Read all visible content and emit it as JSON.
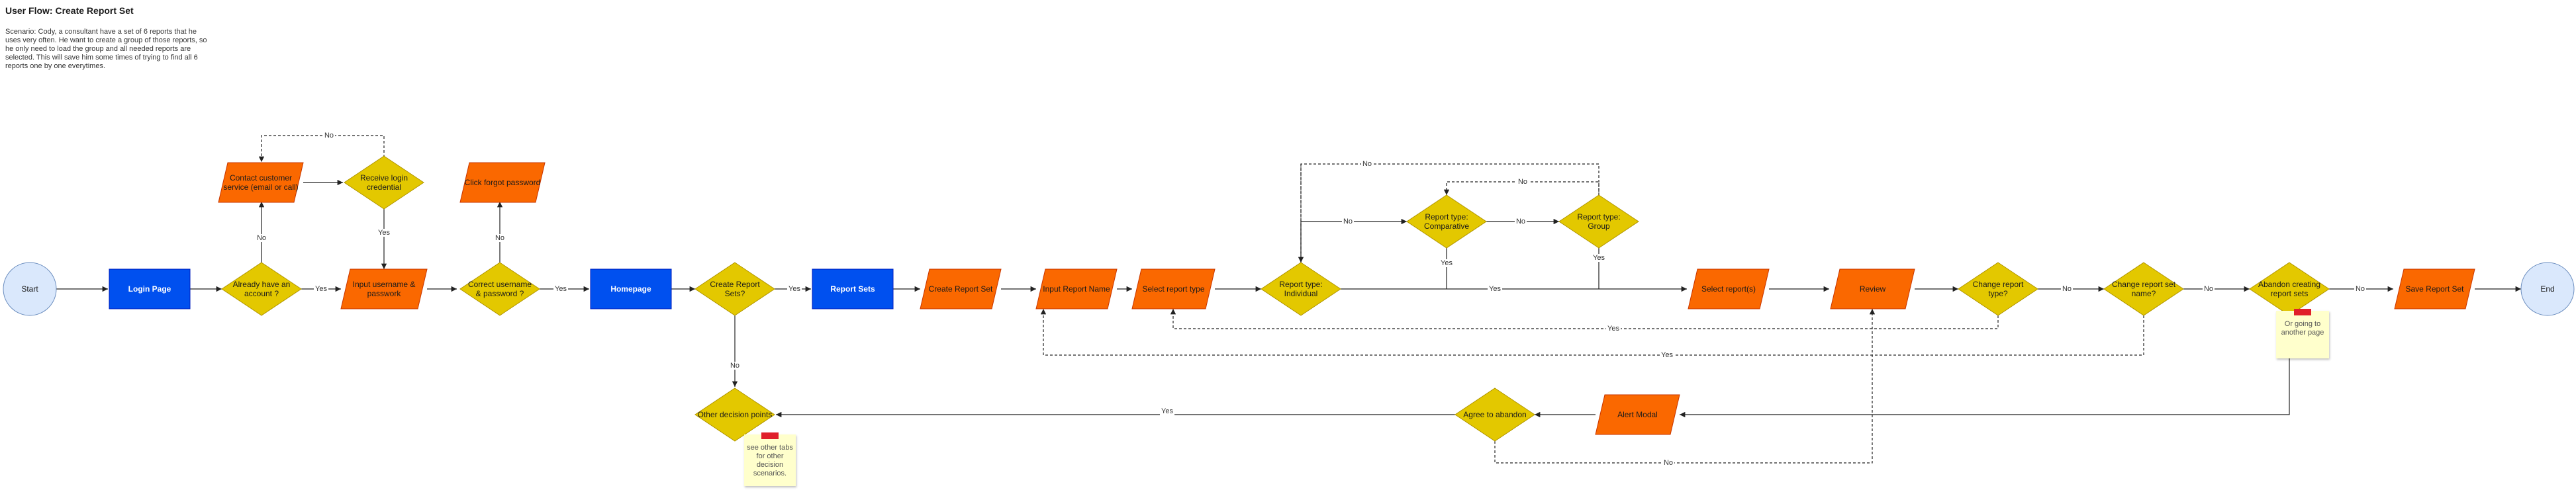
{
  "page": {
    "title": "User Flow: Create Report Set",
    "scenario": "Scenario: Cody, a consultant have a set of 6 reports that he uses very often. He want to create a group of those reports, so he only need to load the group and all needed reports are selected. This will save him some times of trying to find all 6 reports one by one everytimes."
  },
  "colors": {
    "terminal": "#dae8fc",
    "screen": "#0050ef",
    "action": "#fa6800",
    "decision": "#e3c800",
    "note": "#ffffcc"
  },
  "nodes": {
    "start": "Start",
    "login_page": "Login Page",
    "already_account": "Already have an account ?",
    "contact_service": "Contact customer service (email or call)",
    "receive_credentials": "Receive login credential",
    "input_credentials": "Input username & passwork",
    "correct_credentials": "Correct username & password ?",
    "click_forgot": "Click forgot password",
    "homepage": "Homepage",
    "create_report_sets_q": "Create Report Sets?",
    "report_sets": "Report Sets",
    "create_report_set": "Create Report Set",
    "input_report_name": "Input Report Name",
    "select_report_type": "Select report type",
    "type_individual": "Report type: Individual",
    "type_comparative": "Report type: Comparative",
    "type_group": "Report type: Group",
    "select_reports": "Select report(s)",
    "review": "Review",
    "change_report_type_q": "Change report type?",
    "change_report_set_name_q": "Change report set name?",
    "abandon_q": "Abandon creating report sets",
    "save_report_set": "Save Report Set",
    "end": "End",
    "other_decision_points": "Other decision points",
    "agree_abandon": "Agree to abandon",
    "alert_modal": "Alert Modal"
  },
  "notes": {
    "other_decision": "see other tabs for other decision scenarios.",
    "other_page": "Or going to another page"
  },
  "edges": {
    "yes": "Yes",
    "no": "No"
  }
}
